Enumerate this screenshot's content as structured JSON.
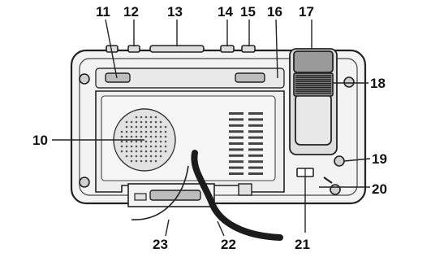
{
  "diagram": {
    "callouts": [
      {
        "id": "c11",
        "label": "11"
      },
      {
        "id": "c12",
        "label": "12"
      },
      {
        "id": "c13",
        "label": "13"
      },
      {
        "id": "c14",
        "label": "14"
      },
      {
        "id": "c15",
        "label": "15"
      },
      {
        "id": "c16",
        "label": "16"
      },
      {
        "id": "c17",
        "label": "17"
      },
      {
        "id": "c18",
        "label": "18"
      },
      {
        "id": "c10",
        "label": "10"
      },
      {
        "id": "c19",
        "label": "19"
      },
      {
        "id": "c20",
        "label": "20"
      },
      {
        "id": "c21",
        "label": "21"
      },
      {
        "id": "c22",
        "label": "22"
      },
      {
        "id": "c23",
        "label": "23"
      }
    ],
    "colors": {
      "line": "#222222",
      "fill_light": "#e6e6e6",
      "fill_mid": "#bdbdbd",
      "fill_dark": "#555555",
      "background": "#ffffff"
    }
  }
}
